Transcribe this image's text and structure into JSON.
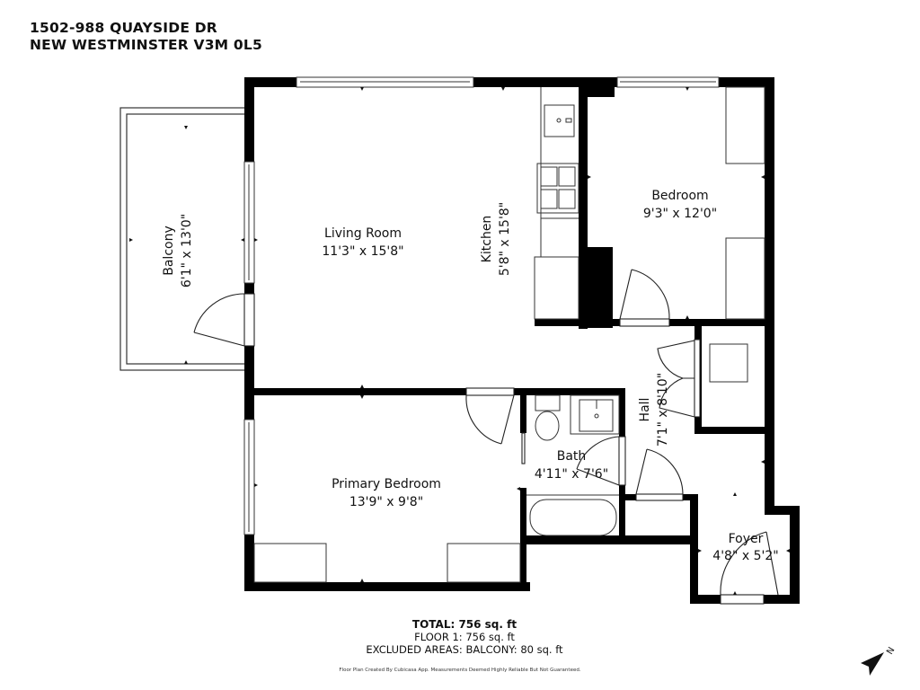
{
  "header": {
    "address_line1": "1502-988 QUAYSIDE DR",
    "address_line2": "NEW WESTMINSTER V3M 0L5"
  },
  "rooms": {
    "living_room": {
      "name": "Living Room",
      "dimensions": "11'3\" x 15'8\""
    },
    "kitchen": {
      "name": "Kitchen",
      "dimensions": "5'8\" x 15'8\""
    },
    "bedroom": {
      "name": "Bedroom",
      "dimensions": "9'3\" x 12'0\""
    },
    "balcony": {
      "name": "Balcony",
      "dimensions": "6'1\" x 13'0\""
    },
    "primary_bedroom": {
      "name": "Primary Bedroom",
      "dimensions": "13'9\" x 9'8\""
    },
    "bath": {
      "name": "Bath",
      "dimensions": "4'11\" x 7'6\""
    },
    "hall": {
      "name": "Hall",
      "dimensions": "7'1\" x 8'10\""
    },
    "foyer": {
      "name": "Foyer",
      "dimensions": "4'8\" x 5'2\""
    }
  },
  "summary": {
    "total": "TOTAL: 756 sq. ft",
    "floor1": "FLOOR 1: 756 sq. ft",
    "excluded": "EXCLUDED AREAS: BALCONY: 80 sq. ft"
  },
  "disclaimer": "Floor Plan Created By Cubicasa App. Measurements Deemed Highly Reliable But Not Guaranteed.",
  "compass": {
    "icon": "north-arrow-icon",
    "label": "N"
  },
  "colors": {
    "wall": "#000000",
    "line": "#222222",
    "background": "#ffffff"
  }
}
